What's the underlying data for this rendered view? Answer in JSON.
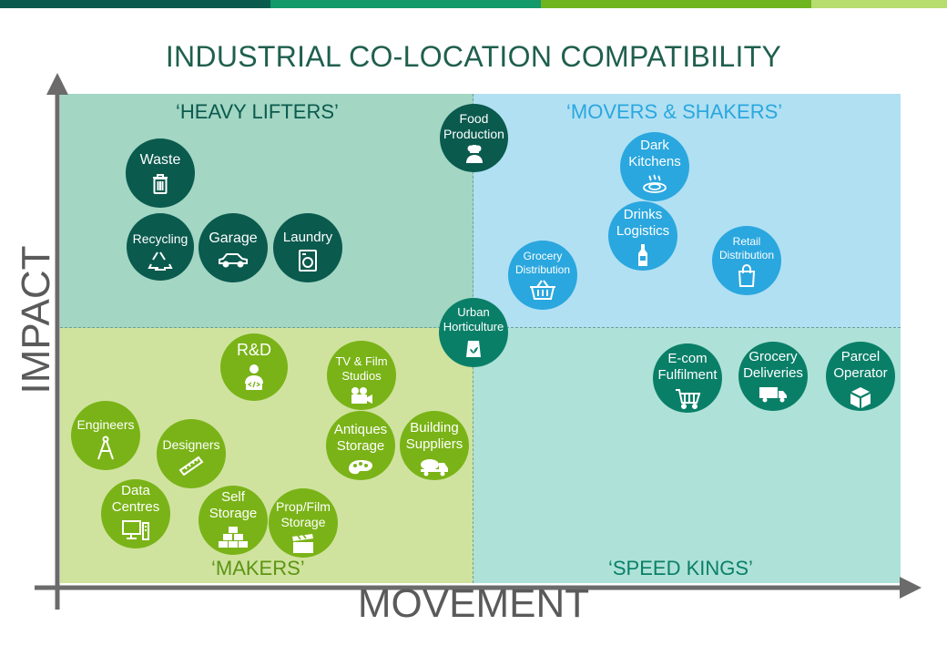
{
  "title": "INDUSTRIAL CO-LOCATION COMPATIBILITY",
  "axes": {
    "y_label": "IMPACT",
    "x_label": "MOVEMENT"
  },
  "colors": {
    "top_bar": [
      "#0a5a4e",
      "#129a6a",
      "#6fb51f",
      "#b7dd6f"
    ],
    "heavy_lifters_bg": "#a3d6c3",
    "movers_shakers_bg": "#b1e0f3",
    "makers_bg": "#cfe39f",
    "speed_kings_bg": "#aee2d8",
    "dark_green_bubble": "#0a5a4e",
    "blue_bubble": "#2aa7de",
    "lime_bubble": "#7ab317",
    "teal_bubble": "#0a7f68",
    "axis": "#6b6b6b"
  },
  "quadrants": {
    "heavy_lifters": "‘HEAVY LIFTERS’",
    "movers_shakers": "‘MOVERS & SHAKERS’",
    "makers": "‘MAKERS’",
    "speed_kings": "‘SPEED KINGS’"
  },
  "bubbles": {
    "waste": {
      "label": "Waste",
      "icon": "trash-icon"
    },
    "recycling": {
      "label": "Recycling",
      "icon": "recycle-icon"
    },
    "garage": {
      "label": "Garage",
      "icon": "car-icon"
    },
    "laundry": {
      "label": "Laundry",
      "icon": "washing-machine-icon"
    },
    "food_production": {
      "label": "Food\nProduction",
      "icon": "chef-icon"
    },
    "dark_kitchens": {
      "label": "Dark\nKitchens",
      "icon": "food-dish-icon"
    },
    "drinks_logistics": {
      "label": "Drinks\nLogistics",
      "icon": "bottle-icon"
    },
    "grocery_distribution": {
      "label": "Grocery\nDistribution",
      "icon": "basket-icon"
    },
    "retail_distribution": {
      "label": "Retail\nDistribution",
      "icon": "shopping-bag-icon"
    },
    "urban_horticulture": {
      "label": "Urban\nHorticulture",
      "icon": "seed-bag-icon"
    },
    "rnd": {
      "label": "R&D",
      "icon": "developer-icon"
    },
    "tv_film_studios": {
      "label": "TV & Film\nStudios",
      "icon": "film-camera-icon"
    },
    "engineers": {
      "label": "Engineers",
      "icon": "compass-icon"
    },
    "designers": {
      "label": "Designers",
      "icon": "ruler-icon"
    },
    "antiques_storage": {
      "label": "Antiques\nStorage",
      "icon": "palette-icon"
    },
    "building_suppliers": {
      "label": "Building\nSuppliers",
      "icon": "cement-truck-icon"
    },
    "data_centres": {
      "label": "Data\nCentres",
      "icon": "computer-icon"
    },
    "self_storage": {
      "label": "Self\nStorage",
      "icon": "boxes-icon"
    },
    "prop_film_storage": {
      "label": "Prop/Film\nStorage",
      "icon": "clapperboard-icon"
    },
    "ecom_fulfilment": {
      "label": "E-com\nFulfilment",
      "icon": "shopping-cart-icon"
    },
    "grocery_deliveries": {
      "label": "Grocery\nDeliveries",
      "icon": "delivery-truck-icon"
    },
    "parcel_operator": {
      "label": "Parcel\nOperator",
      "icon": "parcel-icon"
    }
  }
}
